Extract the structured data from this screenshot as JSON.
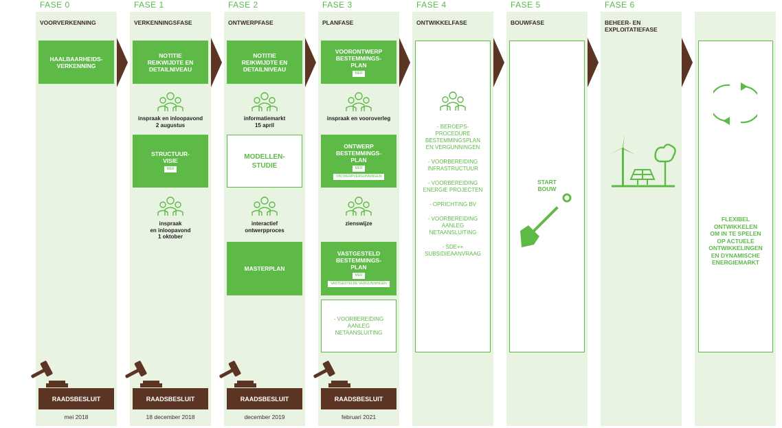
{
  "phases": [
    {
      "fase": "FASE 0",
      "title": "VOORVERKENNING",
      "box": "HAALBAARHEIDS-\nVERKENNING",
      "decision": "RAADSBESLUIT",
      "date": "mei 2018"
    },
    {
      "fase": "FASE 1",
      "title": "VERKENNINGSFASE",
      "box": "NOTITIE\nREIKWIJDTE EN\nDETAILNIVEAU",
      "caption1": "inspraak en inloopavond\n2 augustus",
      "box2": "STRUCTUUR-\nVISIE",
      "box2_tag": "MER",
      "caption2": "inspraak\nen inloopavond\n1 oktober",
      "decision": "RAADSBESLUIT",
      "date": "18 december 2018"
    },
    {
      "fase": "FASE 2",
      "title": "ONTWERPFASE",
      "box": "NOTITIE\nREIKWIJDTE EN\nDETAILNIVEAU",
      "caption1": "informatiemarkt\n15 april",
      "box2": "MODELLEN-\nSTUDIE",
      "caption2": "interactief\nontwerpproces",
      "box3": "MASTERPLAN",
      "decision": "RAADSBESLUIT",
      "date": "december 2019"
    },
    {
      "fase": "FASE 3",
      "title": "PLANFASE",
      "box": "VOORONTWERP\nBESTEMMINGS-\nPLAN",
      "box_tag": "MER",
      "caption1": "inspraak en vooroverleg",
      "box2": "ONTWERP\nBESTEMMINGS-\nPLAN",
      "box2_tag": "MER",
      "box2_sub": "ONTWERPVERGUNNINGEN",
      "caption2": "zienswijze",
      "box3": "VASTGESTELD\nBESTEMMINGS-\nPLAN",
      "box3_tag": "MER",
      "box3_sub": "VASTGESTELDE VERGUNNINGEN",
      "box4": "- VOORBEREIDING\nAANLEG\nNETAANSLUITING",
      "decision": "RAADSBESLUIT",
      "date": "februari 2021"
    },
    {
      "fase": "FASE 4",
      "title": "ONTWIKKELFASE",
      "items": [
        "- BEROEPS-\nPROCEDURE\nBESTEMMINGSPLAN\nEN VERGUNNINGEN",
        "- VOORBEREIDING\nINFRASTRUCTUUR",
        "- VOORBEREIDING\nENERGIE PROJECTEN",
        "- OPRICHTING BV",
        "- VOORBEREIDING\nAANLEG\nNETAANSLUITING",
        "- SDE++\nSUBSIDIEAANVRAAG"
      ]
    },
    {
      "fase": "FASE 5",
      "title": "BOUWFASE",
      "text": "START\nBOUW"
    },
    {
      "fase": "FASE 6",
      "title": "BEHEER- EN\nEXPLOITATIEFASE"
    },
    {
      "fase": "",
      "title": "",
      "text": "FLEXIBEL\nONTWIKKELEN\nOM IN TE SPELEN\nOP ACTUELE\nONTWIKKELINGEN\nEN DYNAMISCHE\nENERGIEMARKT"
    }
  ],
  "colors": {
    "green": "#5dba47",
    "brown": "#5b3424",
    "column_bg": "#e9f3e2"
  },
  "icons": [
    "people-icon",
    "gavel-icon",
    "shovel-icon",
    "wind-turbine-icon",
    "solar-panel-icon",
    "tree-icon",
    "cycle-icon",
    "chevron-arrow-icon"
  ]
}
